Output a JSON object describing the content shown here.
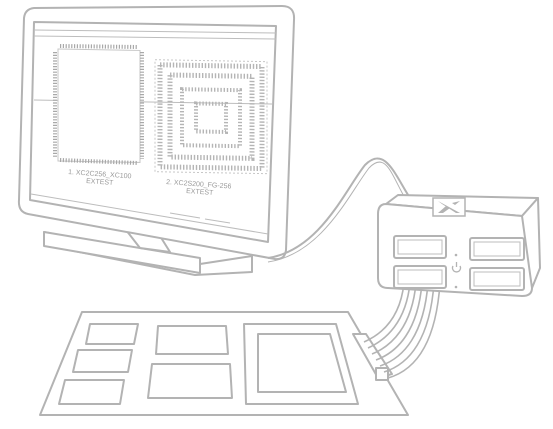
{
  "screen": {
    "chips": [
      {
        "name": "1. XC2C256_XC100",
        "mode": "EXTEST"
      },
      {
        "name": "2. XC2S200_FG-256",
        "mode": "EXTEST"
      }
    ]
  },
  "colors": {
    "line": "#b3b3b3",
    "fill": "#ffffff",
    "text": "#9a9a9a"
  }
}
